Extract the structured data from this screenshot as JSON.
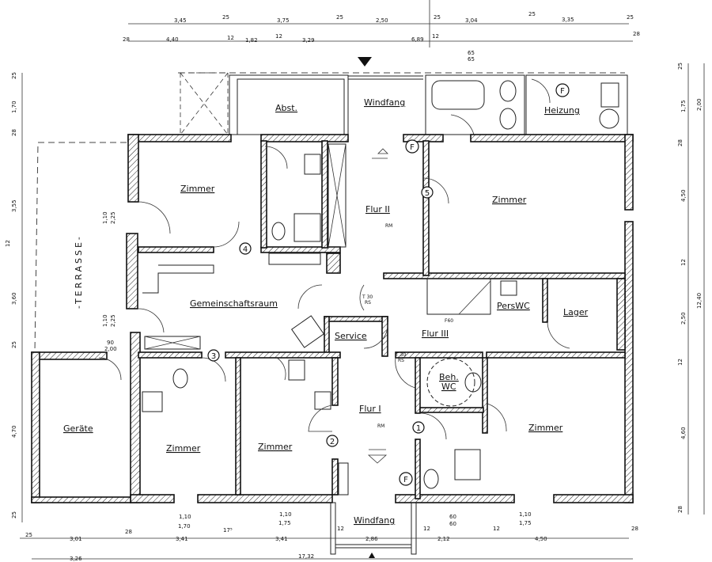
{
  "rooms": {
    "abst": "Abst.",
    "windfang_top": "Windfang",
    "heizung": "Heizung",
    "zimmer_top_left": "Zimmer",
    "flur2": "Flur II",
    "zimmer_top_right": "Zimmer",
    "gemeinschaftsraum": "Gemeinschaftsraum",
    "service": "Service",
    "flur3": "Flur III",
    "perswc": "PersWC",
    "lager": "Lager",
    "beh_wc_1": "Beh.",
    "beh_wc_2": "WC",
    "geraete": "Geräte",
    "zimmer_bottom_1": "Zimmer",
    "zimmer_bottom_2": "Zimmer",
    "flur1": "Flur I",
    "zimmer_bottom_right": "Zimmer",
    "windfang_bottom": "Windfang",
    "terrasse": "-TERRASSE-"
  },
  "markers": {
    "numbers": [
      "1",
      "2",
      "3",
      "4",
      "5"
    ],
    "fire": "F",
    "rm": "RM",
    "t30_rs": [
      "T 30",
      "RS"
    ],
    "f60": "F60"
  },
  "dimensions": {
    "top_row1": [
      "3,45",
      "25",
      "3,75",
      "25",
      "2,50",
      "25",
      "3,04",
      "25",
      "3,35",
      "25"
    ],
    "top_row2": [
      "28",
      "4,40",
      "12",
      "1,82",
      "12",
      "3,29",
      "12",
      "6,89",
      "28"
    ],
    "top_window": [
      "65",
      "65"
    ],
    "left": [
      "25",
      "1,70",
      "28",
      "3,55",
      "12",
      "3,60",
      "25",
      "4,70",
      "25"
    ],
    "left_openings": [
      "1,10",
      "2,25",
      "1,10",
      "2,25",
      "90",
      "2,00"
    ],
    "right_inner": [
      "25",
      "1,75",
      "28",
      "4,50",
      "12",
      "2,50",
      "12",
      "4,60",
      "28"
    ],
    "right_outer": [
      "2,00",
      "12,40"
    ],
    "bottom_openings": [
      "1,10",
      "1,70",
      "1,10",
      "1,75",
      "60",
      "60",
      "1,10",
      "1,75"
    ],
    "bottom_row1": [
      "25",
      "3,01",
      "28",
      "3,41",
      "17⁵",
      "3,41",
      "12",
      "2,86",
      "12",
      "2,12",
      "12",
      "4,50",
      "28"
    ],
    "bottom_row2": [
      "3,26",
      "17,32"
    ]
  }
}
